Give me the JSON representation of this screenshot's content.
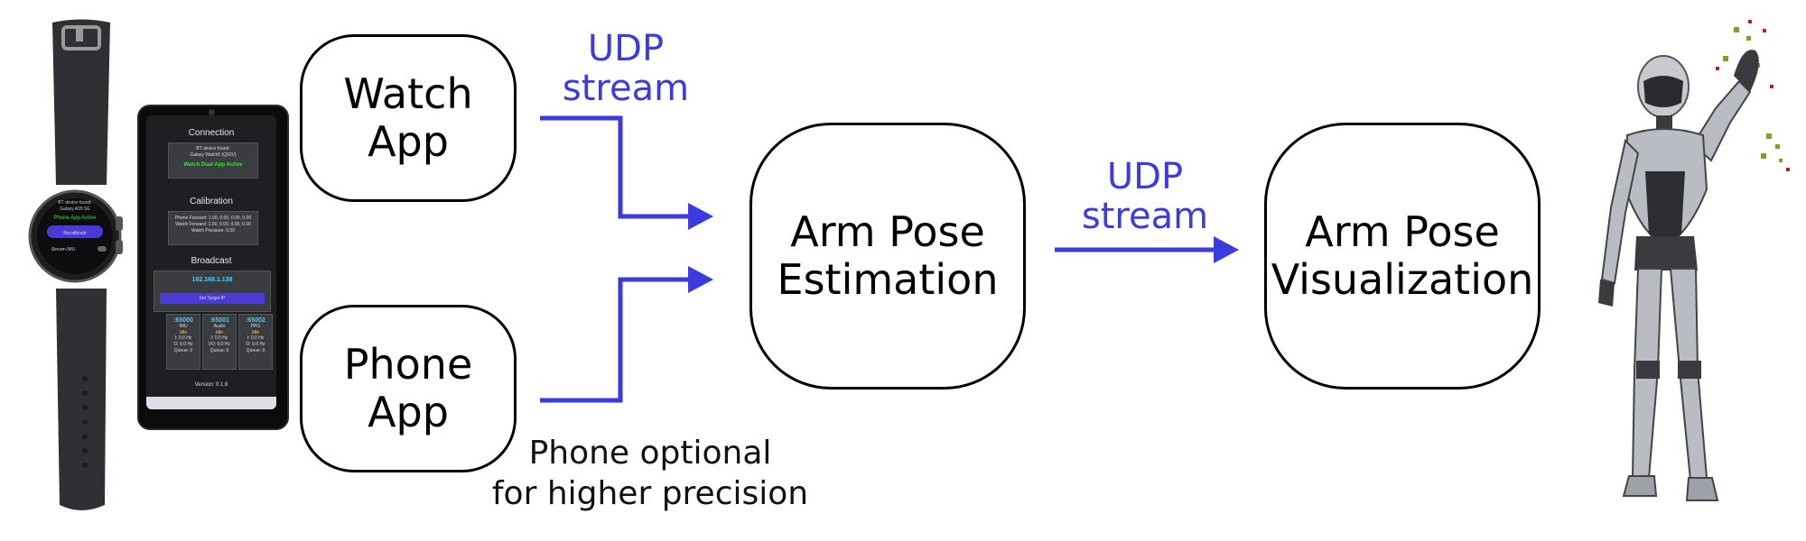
{
  "boxes": {
    "watch_app": "Watch\nApp",
    "phone_app": "Phone\nApp",
    "pose_estimation": "Arm Pose\nEstimation",
    "pose_visualization": "Arm Pose\nVisualization"
  },
  "labels": {
    "udp_top": "UDP\nstream",
    "udp_mid": "UDP\nstream",
    "phone_note": "Phone optional\nfor higher precision"
  },
  "colors": {
    "arrow": "#3b3be0",
    "box_border": "#000000"
  },
  "watch_screen": {
    "bt_line1": "BT device found:",
    "bt_line2": "Galaxy A35 5G",
    "status": "Phone App Active",
    "button": "Recalibrate",
    "stream_label": "Stream IMU"
  },
  "phone_screen": {
    "connection_title": "Connection",
    "bt_line1": "BT device found:",
    "bt_line2": "Galaxy Watch5 (Q02V)",
    "status": "Watch Dual App Active",
    "calibration_title": "Calibration",
    "cal_line1": "Phone Forward: 1.00, 0.00, 0.00, 0.00",
    "cal_line2": "Watch Forward: 1.00, 0.00, 0.00, 0.00",
    "cal_line3": "Watch Pressure: 0.00",
    "broadcast_title": "Broadcast",
    "ip": "192.168.1.138",
    "set_target": "Set Target IP",
    "ports": [
      {
        "port": ":65000",
        "name": "IMU",
        "state": "Idle",
        "l1": "I: 0.0 Hz",
        "l2": "O: 0.0 Hz",
        "l3": "Queue: 0"
      },
      {
        "port": ":65001",
        "name": "Audio",
        "state": "Idle",
        "l1": "I: 0.0 Hz",
        "l2": "I/O: 0.0 Hz",
        "l3": "Queue: 0"
      },
      {
        "port": ":65002",
        "name": "PPG",
        "state": "Idle",
        "l1": "I: 0.0 Hz",
        "l2": "O: 0.0 Hz",
        "l3": "Queue: 0"
      }
    ],
    "version": "Version: 0.1.6"
  }
}
